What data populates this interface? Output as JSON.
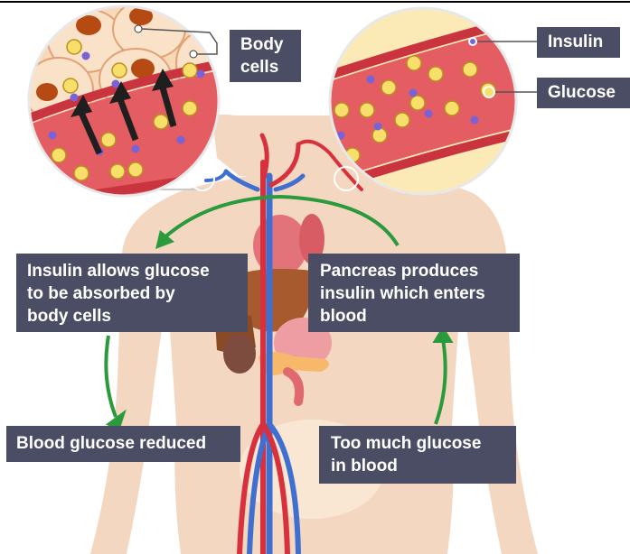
{
  "labels": {
    "body_cells": [
      "Body",
      "cells"
    ],
    "insulin": "Insulin",
    "glucose": "Glucose",
    "insulin_allows": [
      "Insulin allows glucose",
      "to be absorbed by",
      "body cells"
    ],
    "pancreas_produces": [
      "Pancreas produces",
      "insulin which enters",
      "blood"
    ],
    "blood_glucose_reduced": "Blood glucose reduced",
    "too_much_glucose": [
      "Too much glucose",
      "in blood"
    ]
  },
  "colors": {
    "label_bg": "#4a4d63",
    "body_skin": "#f4d7c0",
    "vessel_red": "#e35d63",
    "vessel_wall": "#c9343f",
    "vein_blue": "#3f6fd1",
    "glucose_yellow": "#f8de6a",
    "insulin_purple": "#7a63d6",
    "arrow_green": "#2a9a3c",
    "cell_fill": "#f7d8b8",
    "nucleus": "#b54a12"
  }
}
